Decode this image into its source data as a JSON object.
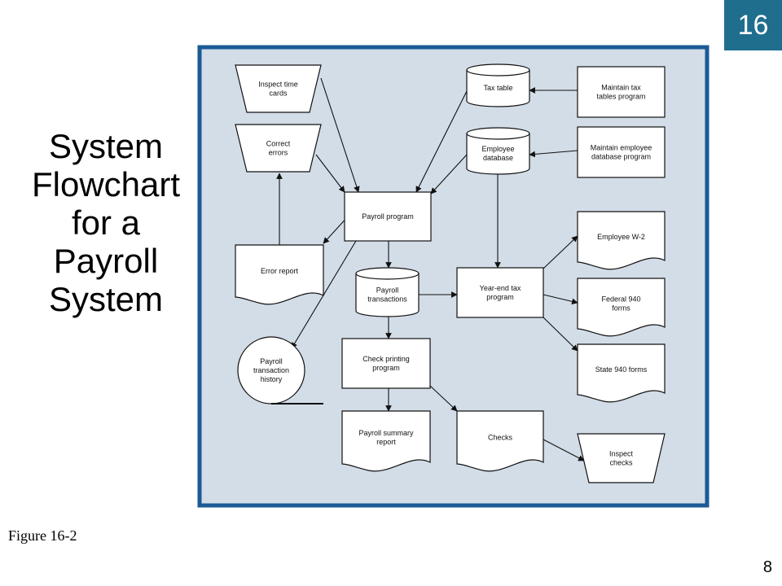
{
  "badge": {
    "number": "16"
  },
  "title": {
    "lines": [
      "System",
      "Flowchart",
      "for a",
      "Payroll",
      "System"
    ]
  },
  "caption": "Figure 16-2",
  "page_number": "8",
  "colors": {
    "badge": "#1f6e8e",
    "frame_border": "#1b5a96",
    "frame_fill": "#d3dde8",
    "shape_fill": "#ffffff",
    "line": "#111111"
  },
  "diagram": {
    "nodes": {
      "inspect_time_cards": {
        "shape": "manual-operation",
        "lines": [
          "Inspect time",
          "cards"
        ]
      },
      "correct_errors": {
        "shape": "manual-operation",
        "lines": [
          "Correct",
          "errors"
        ]
      },
      "tax_table": {
        "shape": "disk",
        "lines": [
          "Tax table"
        ]
      },
      "maintain_tax": {
        "shape": "process",
        "lines": [
          "Maintain tax",
          "tables program"
        ]
      },
      "employee_db": {
        "shape": "disk",
        "lines": [
          "Employee",
          "database"
        ]
      },
      "maintain_employee": {
        "shape": "process",
        "lines": [
          "Maintain employee",
          "database program"
        ]
      },
      "payroll_program": {
        "shape": "process",
        "lines": [
          "Payroll program"
        ]
      },
      "error_report": {
        "shape": "document",
        "lines": [
          "Error report"
        ]
      },
      "payroll_transactions": {
        "shape": "disk",
        "lines": [
          "Payroll",
          "transactions"
        ]
      },
      "year_end_tax": {
        "shape": "process",
        "lines": [
          "Year-end tax",
          "program"
        ]
      },
      "employee_w2": {
        "shape": "document",
        "lines": [
          "Employee W-2"
        ]
      },
      "federal_940": {
        "shape": "document",
        "lines": [
          "Federal 940",
          "forms"
        ]
      },
      "state_940": {
        "shape": "document",
        "lines": [
          "State 940 forms"
        ]
      },
      "payroll_history": {
        "shape": "tape",
        "lines": [
          "Payroll",
          "transaction",
          "history"
        ]
      },
      "check_printing": {
        "shape": "process",
        "lines": [
          "Check printing",
          "program"
        ]
      },
      "payroll_summary": {
        "shape": "document",
        "lines": [
          "Payroll summary",
          "report"
        ]
      },
      "checks": {
        "shape": "document",
        "lines": [
          "Checks"
        ]
      },
      "inspect_checks": {
        "shape": "manual-operation",
        "lines": [
          "Inspect",
          "checks"
        ]
      }
    },
    "edges": [
      {
        "from": "inspect_time_cards",
        "to": "payroll_program"
      },
      {
        "from": "correct_errors",
        "to": "payroll_program"
      },
      {
        "from": "tax_table",
        "to": "payroll_program"
      },
      {
        "from": "employee_db",
        "to": "payroll_program"
      },
      {
        "from": "maintain_tax",
        "to": "tax_table"
      },
      {
        "from": "maintain_employee",
        "to": "employee_db"
      },
      {
        "from": "employee_db",
        "to": "year_end_tax"
      },
      {
        "from": "payroll_program",
        "to": "error_report"
      },
      {
        "from": "error_report",
        "to": "correct_errors"
      },
      {
        "from": "payroll_program",
        "to": "payroll_transactions"
      },
      {
        "from": "payroll_program",
        "to": "payroll_history"
      },
      {
        "from": "payroll_transactions",
        "to": "year_end_tax"
      },
      {
        "from": "payroll_transactions",
        "to": "check_printing"
      },
      {
        "from": "year_end_tax",
        "to": "employee_w2"
      },
      {
        "from": "year_end_tax",
        "to": "federal_940"
      },
      {
        "from": "year_end_tax",
        "to": "state_940"
      },
      {
        "from": "check_printing",
        "to": "payroll_summary"
      },
      {
        "from": "check_printing",
        "to": "checks"
      },
      {
        "from": "checks",
        "to": "inspect_checks"
      }
    ]
  }
}
